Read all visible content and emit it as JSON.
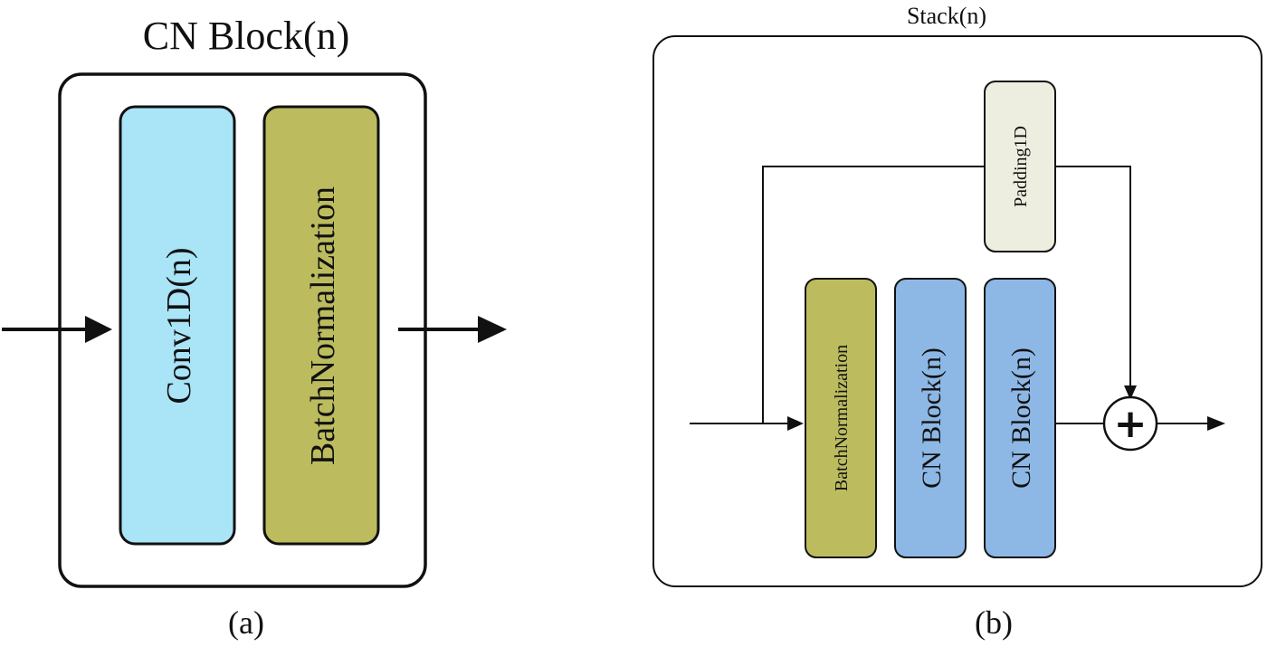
{
  "panel_a": {
    "title": "CN Block(n)",
    "caption": "(a)",
    "blocks": [
      {
        "label": "Conv1D(n)",
        "color": "#a9e4f7"
      },
      {
        "label": "BatchNormalization",
        "color": "#bcbc5f"
      }
    ]
  },
  "panel_b": {
    "title": "Stack(n)",
    "caption": "(b)",
    "padding_block": {
      "label": "Padding1D",
      "color": "#eeeee0"
    },
    "blocks": [
      {
        "label": "BatchNormalization",
        "color": "#bcbc5f"
      },
      {
        "label": "CN Block(n)",
        "color": "#8db8e6"
      },
      {
        "label": "CN Block(n)",
        "color": "#8db8e6"
      }
    ],
    "add_symbol": "+",
    "add_icon": "plus-circle-icon"
  }
}
